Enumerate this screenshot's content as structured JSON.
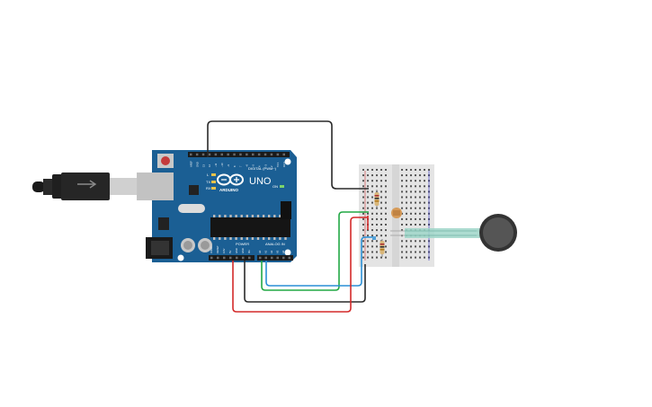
{
  "board": {
    "logo_text": "UNO",
    "brand_text": "ARDUINO",
    "digital_label": "DIGITAL (PWM~)",
    "power_label": "POWER",
    "analog_label": "ANALOG IN",
    "tx_label": "TX",
    "rx_label": "RX",
    "l_label": "L",
    "on_label": "ON",
    "digital_pins": [
      "AREF",
      "GND",
      "13",
      "12",
      "~11",
      "~10",
      "~9",
      "8",
      "7",
      "~6",
      "~5",
      "4",
      "~3",
      "2",
      "TX 1",
      "RX 0"
    ],
    "power_pins": [
      "IOREF",
      "RESET",
      "3.3V",
      "5V",
      "GND",
      "GND",
      "Vin"
    ],
    "analog_pins": [
      "A0",
      "A1",
      "A2",
      "A3",
      "A4",
      "A5"
    ]
  },
  "colors": {
    "board": "#1b5f94",
    "wire_black": "#2a2a2a",
    "wire_red": "#d42a2a",
    "wire_green": "#22a845",
    "wire_blue": "#2a8fd6",
    "breadboard": "#e4e4e4",
    "sensor": "#333333",
    "sensor_tail": "#9fd6c9"
  },
  "icons": [
    "usb-cable-icon",
    "force-sensor-icon",
    "photoresistor-icon",
    "resistor-icon"
  ]
}
